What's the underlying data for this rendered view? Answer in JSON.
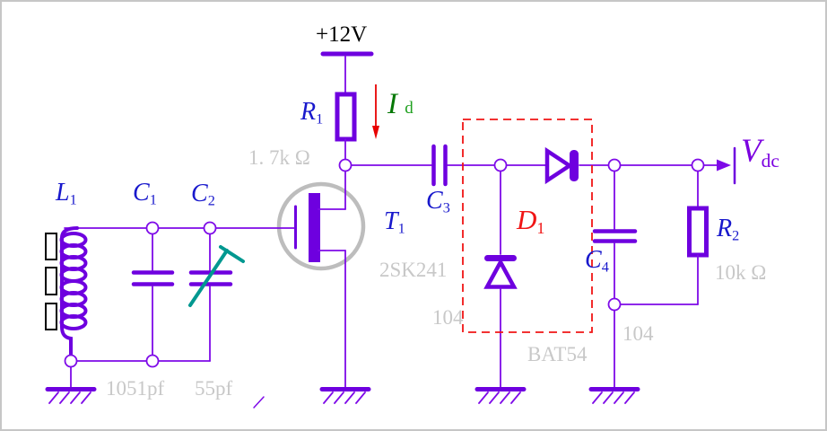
{
  "colors": {
    "wire": "#7E0AE8",
    "component": "#6E00DF",
    "label_blue": "#1818CC",
    "value_gray": "#C8C8C8",
    "red": "#F01515",
    "green_dark": "#067806",
    "green_light": "#1FA01F",
    "purple_text": "#7B00E0",
    "teal": "#009890",
    "transistor_gray": "#BDBDBD",
    "black": "#000000",
    "border_gray": "#C6C6C6"
  },
  "power": {
    "supply_label": "+12V"
  },
  "current": {
    "symbol": "I",
    "subscript": "d"
  },
  "output": {
    "symbol": "V",
    "subscript": "dc"
  },
  "components": {
    "l1": {
      "ref": "L",
      "sub": "1"
    },
    "c1": {
      "ref": "C",
      "sub": "1",
      "value": "1051pf"
    },
    "c2": {
      "ref": "C",
      "sub": "2",
      "value": "55pf"
    },
    "t1": {
      "ref": "T",
      "sub": "1",
      "part": "2SK241"
    },
    "r1": {
      "ref": "R",
      "sub": "1",
      "value": "1. 7k Ω"
    },
    "c3": {
      "ref": "C",
      "sub": "3",
      "value": "104"
    },
    "d1": {
      "ref": "D",
      "sub": "1",
      "part": "BAT54"
    },
    "c4": {
      "ref": "C",
      "sub": "4",
      "value": "104"
    },
    "r2": {
      "ref": "R",
      "sub": "2",
      "value": "10k Ω"
    }
  }
}
